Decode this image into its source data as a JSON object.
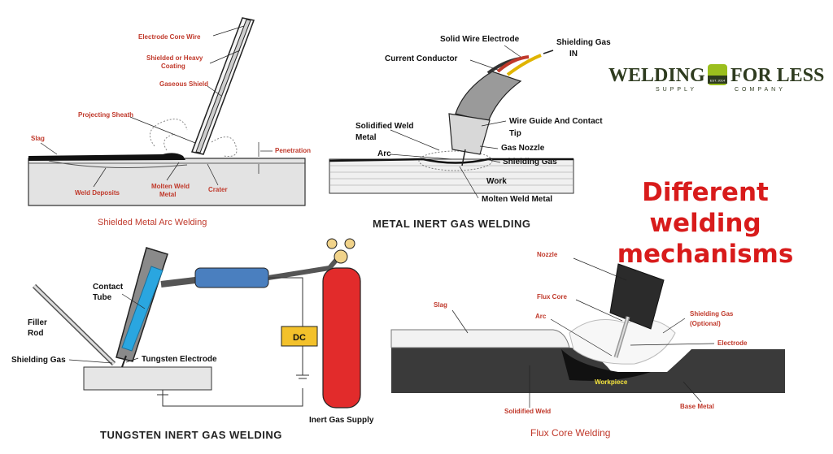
{
  "headline": "Different welding mechanisms",
  "logo": {
    "left": "WELDING",
    "right": "FOR LESS",
    "sub_left": "SUPPLY",
    "sub_right": "COMPANY",
    "badge": "EST. 2014"
  },
  "smaw": {
    "caption": "Shielded Metal Arc Welding",
    "labels": {
      "core": "Electrode Core Wire",
      "coating": "Shielded or Heavy Coating",
      "coating_l1": "Shielded or Heavy",
      "coating_l2": "Coating",
      "gas": "Gaseous Shield",
      "sheath": "Projecting Sheath",
      "slag": "Slag",
      "penetration": "Penetration",
      "deposits": "Weld Deposits",
      "molten_l1": "Molten Weld",
      "molten_l2": "Metal",
      "crater": "Crater"
    }
  },
  "mig": {
    "caption": "METAL INERT GAS WELDING",
    "labels": {
      "solid_wire": "Solid Wire Electrode",
      "shield_gas_in_l1": "Shielding Gas",
      "shield_gas_in_l2": "IN",
      "current": "Current Conductor",
      "solidified_l1": "Solidified Weld",
      "solidified_l2": "Metal",
      "arc": "Arc",
      "guide_l1": "Wire Guide And Contact",
      "guide_l2": "Tip",
      "nozzle": "Gas Nozzle",
      "shield_gas": "Shielding Gas",
      "work": "Work",
      "molten": "Molten Weld Metal"
    }
  },
  "tig": {
    "caption": "TUNGSTEN INERT GAS WELDING",
    "labels": {
      "contact_l1": "Contact",
      "contact_l2": "Tube",
      "filler_l1": "Filler",
      "filler_l2": "Rod",
      "shield_gas": "Shielding Gas",
      "tungsten": "Tungsten Electrode",
      "dc": "DC",
      "supply": "Inert Gas Supply"
    }
  },
  "fcaw": {
    "caption": "Flux Core Welding",
    "labels": {
      "nozzle": "Nozzle",
      "flux": "Flux Core",
      "arc": "Arc",
      "shield_l1": "Shielding Gas",
      "shield_l2": "(Optional)",
      "electrode": "Electrode",
      "slag": "Slag",
      "workpiece": "Workpiece",
      "solidified": "Solidified Weld",
      "base": "Base Metal"
    }
  },
  "colors": {
    "accent_red": "#d81b1b",
    "label_red": "#c0392b",
    "logo_green": "#2e3b1f",
    "logo_badge": "#9bbf1e"
  }
}
